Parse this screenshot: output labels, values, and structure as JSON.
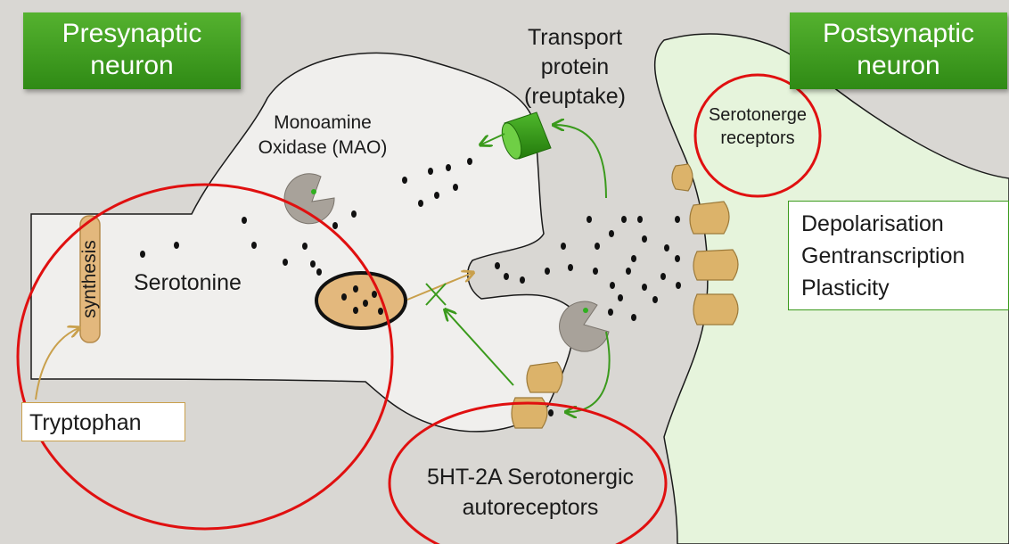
{
  "titles": {
    "presynaptic": [
      "Presynaptic",
      "neuron"
    ],
    "postsynaptic": [
      "Postsynaptic",
      "neuron"
    ]
  },
  "labels": {
    "transport": [
      "Transport",
      "protein",
      "(reuptake)"
    ],
    "mao": [
      "Monoamine",
      "Oxidase (MAO)"
    ],
    "synthesis": "synthesis",
    "serotonine": "Serotonine",
    "tryptophan": "Tryptophan",
    "serotonerge_receptors": [
      "Serotonerge",
      "receptors"
    ],
    "effects": [
      "Depolarisation",
      "Gentranscription",
      "Plasticity"
    ],
    "autoreceptors": [
      "5HT-2A Serotonergic",
      "autoreceptors"
    ]
  },
  "colors": {
    "title_green": "#3a9a1c",
    "highlight_red": "#e01010",
    "arrow_green": "#3a9a1c",
    "arrow_gold": "#c9a04c",
    "receptor_tan": "#dcb36a",
    "vesicle_fill": "#e3b87d",
    "postsynaptic_fill": "#e6f4dc",
    "presynaptic_fill": "#f0efed",
    "background": "#d9d7d3"
  }
}
